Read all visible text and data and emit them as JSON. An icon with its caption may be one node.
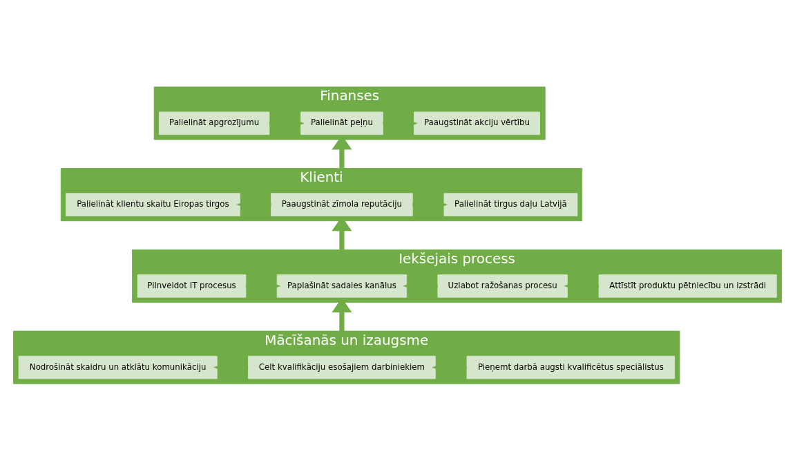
{
  "diagram": {
    "nodes": [
      {
        "text": [
          "Finanses"
        ]
      },
      {
        "text": [
          "Paaugstināt akciju vērtību"
        ],
        "in": 0
      },
      {
        "text": [
          "Palielināt peļņu"
        ],
        "in": 0
      },
      {
        "text": [
          "Palielināt apgrozījumu"
        ],
        "in": 0
      },
      {
        "text": [
          "Klienti"
        ]
      },
      {
        "text": [
          "Palielināt tirgus daļu Latvijā"
        ],
        "in": 4
      },
      {
        "text": [
          "Paaugstināt zīmola reputāciju"
        ],
        "in": 4
      },
      {
        "text": [
          "Palielināt klientu skaitu Eiropas tirgos"
        ],
        "in": 4
      },
      {
        "text": [
          "Iekšejais process"
        ]
      },
      {
        "text": [
          "Attīstīt produktu pētniecību un izstrādi"
        ],
        "in": 8
      },
      {
        "text": [
          "Uzlabot ražošanas procesu"
        ],
        "in": 8
      },
      {
        "text": [
          "Paplašināt sadales kanālus"
        ],
        "in": 8
      },
      {
        "text": [
          "Pilnveidot IT procesus"
        ],
        "in": 8
      },
      {
        "text": [
          "Mācīšanās un izaugsme"
        ]
      },
      {
        "text": [
          "Pieņemt darbā augsti kvalificētus speciālistus"
        ],
        "in": 13
      },
      {
        "text": [
          "Celt kvalifikāciju esošajiem darbiniekiem"
        ],
        "in": 13
      },
      {
        "text": [
          "Nodrošināt skaidru un atklātu komunikāciju"
        ],
        "in": 13
      }
    ],
    "edges": [
      {
        "from": 2,
        "to": 1,
        "arrow": "to"
      },
      {
        "from": 3,
        "to": 2,
        "arrow": "to"
      },
      {
        "from": 4,
        "to": 0,
        "arrow": "to",
        "style": "thick"
      },
      {
        "from": 6,
        "to": 5,
        "arrow": "to"
      },
      {
        "from": 6,
        "to": 7,
        "arrow": "to"
      },
      {
        "from": 8,
        "to": 4,
        "arrow": "to",
        "style": "thick"
      },
      {
        "from": 9,
        "to": 10,
        "arrow": "to"
      },
      {
        "from": 10,
        "to": 11,
        "arrow": "to"
      },
      {
        "from": 12,
        "to": 11,
        "arrow": "to"
      },
      {
        "from": 13,
        "to": 8,
        "arrow": "to",
        "style": "thick"
      },
      {
        "from": 14,
        "to": 15,
        "arrow": "to"
      },
      {
        "from": 15,
        "to": 16,
        "arrow": "to"
      }
    ]
  }
}
